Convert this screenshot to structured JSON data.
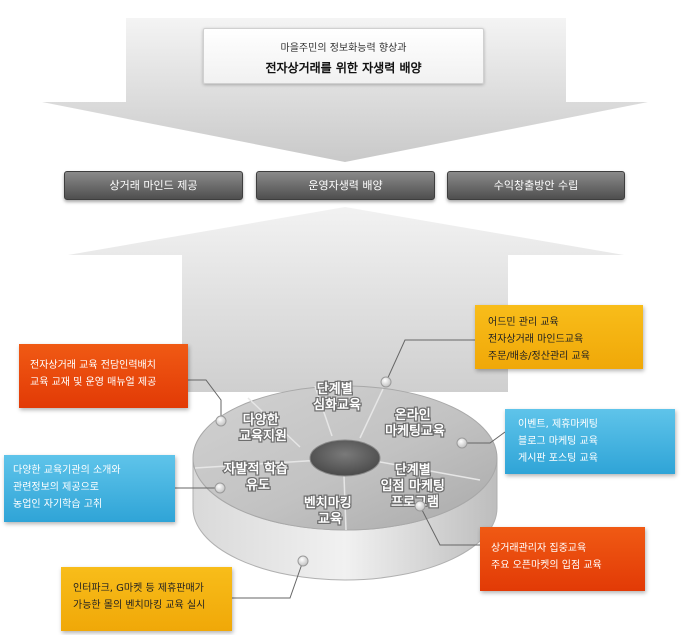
{
  "header": {
    "line1": "마을주민의 정보화능력 향상과",
    "line2": "전자상거래를 위한 자생력 배양"
  },
  "pills": [
    {
      "label": "상거래 마인드 제공"
    },
    {
      "label": "운영자생력 배양"
    },
    {
      "label": "수익창출방안 수립"
    }
  ],
  "segments": [
    {
      "lines": [
        "단계별",
        "심화교육"
      ]
    },
    {
      "lines": [
        "온라인",
        "마케팅교육"
      ]
    },
    {
      "lines": [
        "단계별",
        "입점 마케팅",
        "프로그램"
      ]
    },
    {
      "lines": [
        "벤치마킹",
        "교육"
      ]
    },
    {
      "lines": [
        "자발적 학습",
        "유도"
      ]
    },
    {
      "lines": [
        "다양한",
        "교육지원"
      ]
    }
  ],
  "callouts": [
    {
      "lines": [
        "어드민 관리 교육",
        "전자상거래 마인드교육",
        "주문/배송/정산관리 교육"
      ],
      "color": "#f4b10f"
    },
    {
      "lines": [
        "전자상거래 교육 전담인력배치",
        "교육 교재 및 운영 매뉴얼 제공"
      ],
      "color": "#ea4a0c"
    },
    {
      "lines": [
        "이벤트, 제휴마케팅",
        "블로그 마케팅 교육",
        "게시판 포스팅 교육"
      ],
      "color": "#3fb2e0"
    },
    {
      "lines": [
        "다양한 교육기관의 소개와",
        "관련정보의 제공으로",
        "농업인 자기학습 고취"
      ],
      "color": "#3fb2e0"
    },
    {
      "lines": [
        "상거래관리자 집중교육",
        "주요 오픈마켓의 입점 교육"
      ],
      "color": "#ea4a0c"
    },
    {
      "lines": [
        "인터파크, G마켓 등 제휴판매가",
        "가능한 몰의 벤치마킹 교육 실시"
      ],
      "color": "#f4b10f"
    }
  ]
}
